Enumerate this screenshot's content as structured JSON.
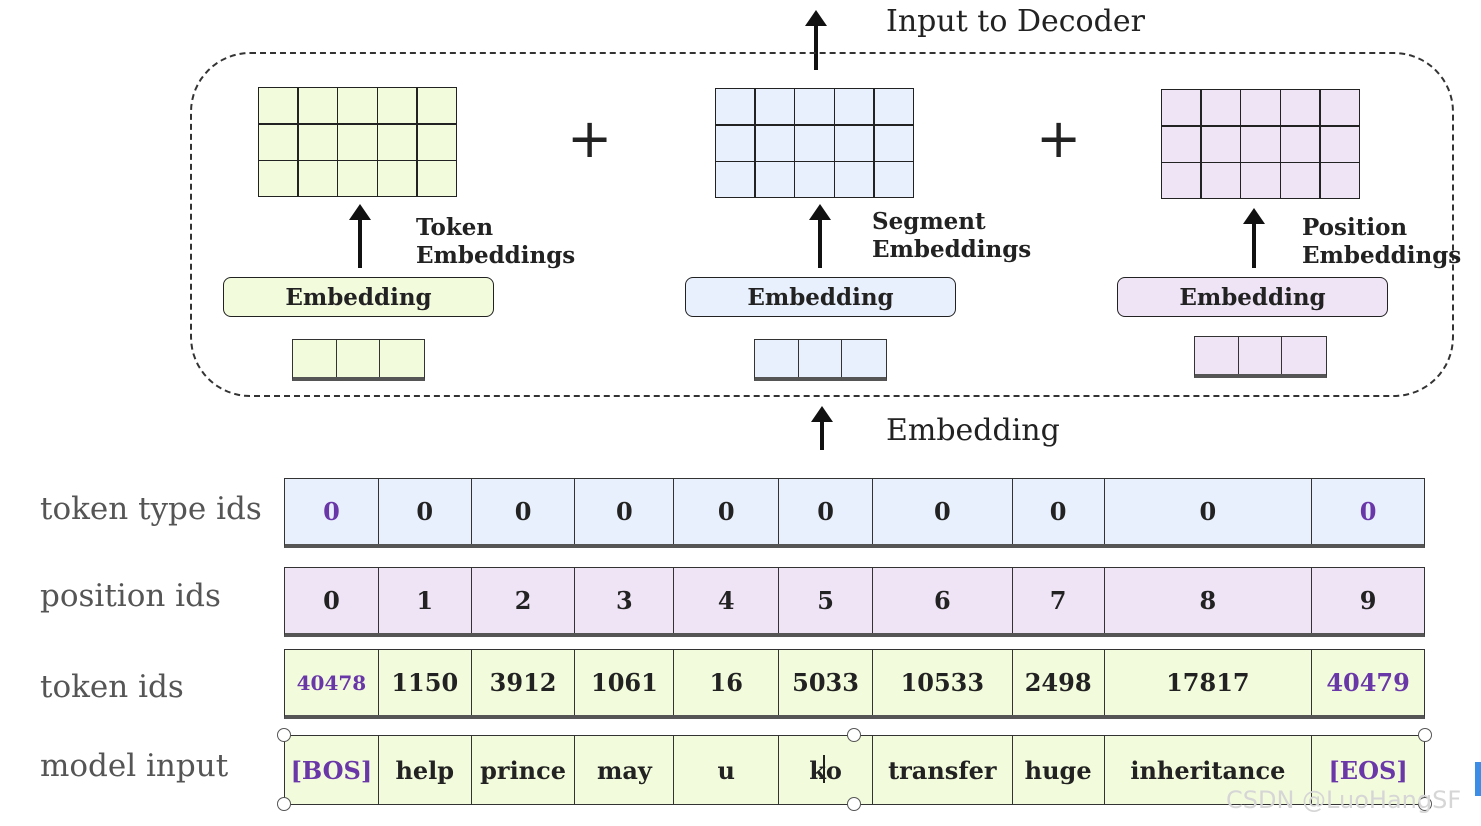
{
  "top_title": "Input to Decoder",
  "embedding_title": "Embedding",
  "plus_symbol": "+",
  "colors": {
    "token_fill": "#f2fbdc",
    "segment_fill": "#e9f0fd",
    "position_fill": "#efe3f6",
    "accent_text": "#6a37a8"
  },
  "blocks": {
    "token": {
      "label_line1": "Token",
      "label_line2": "Embeddings",
      "button": "Embedding"
    },
    "segment": {
      "label_line1": "Segment",
      "label_line2": "Embeddings",
      "button": "Embedding"
    },
    "position": {
      "label_line1": "Position",
      "label_line2": "Embeddings",
      "button": "Embedding"
    }
  },
  "rows": {
    "token_type_ids": {
      "label": "token type ids",
      "values": [
        "0",
        "0",
        "0",
        "0",
        "0",
        "0",
        "0",
        "0",
        "0",
        "0"
      ]
    },
    "position_ids": {
      "label": "position ids",
      "values": [
        "0",
        "1",
        "2",
        "3",
        "4",
        "5",
        "6",
        "7",
        "8",
        "9"
      ]
    },
    "token_ids": {
      "label": "token ids",
      "values": [
        "40478",
        "1150",
        "3912",
        "1061",
        "16",
        "5033",
        "10533",
        "2498",
        "17817",
        "40479"
      ]
    },
    "model_input": {
      "label": "model input",
      "values": [
        "[BOS]",
        "help",
        "prince",
        "may",
        "u",
        "ko",
        "transfer",
        "huge",
        "inheritance",
        "[EOS]"
      ]
    }
  },
  "watermark": "CSDN @LuoHangSF"
}
